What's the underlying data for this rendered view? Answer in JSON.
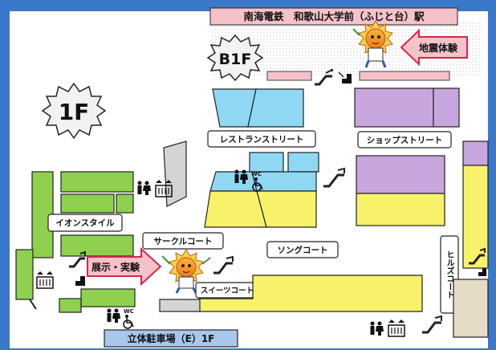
{
  "station": {
    "label": "南海電鉄　和歌山大学前（ふじと台）駅"
  },
  "floors": {
    "b1": "B1F",
    "f1": "1F"
  },
  "callouts": {
    "earthquake": "地震体験",
    "exhibit": "展示・実験"
  },
  "areas": {
    "restaurant_street": "レストランストリート",
    "shop_street": "ショップストリート",
    "aeon_style": "イオンスタイル",
    "circle_court": "サークルコート",
    "song_court": "ソングコート",
    "sweets_court": "スイーツコート",
    "hills_court": "ヒルズコート",
    "parking": "立体駐車場（E）1F"
  },
  "icons": {
    "wc": "WC",
    "escalator": "escalator-icon",
    "stairs": "stairs-icon",
    "elevator": "elevator-icon",
    "restroom": "restroom-icon",
    "wheelchair": "wheelchair-icon",
    "mascot": "sun-mascot-icon"
  },
  "colors": {
    "frame": "#3a78c9",
    "restaurant": "#8fd8f4",
    "shop": "#c7a6de",
    "yellow": "#f7f26a",
    "green": "#8fd14f",
    "pink": "#f4c2c9",
    "gray": "#d4d4d4",
    "tan": "#e4dcc5"
  }
}
